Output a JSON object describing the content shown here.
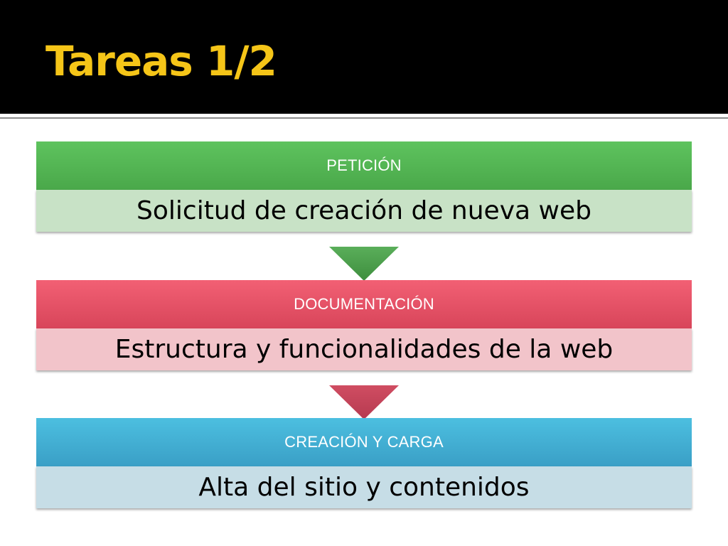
{
  "slide": {
    "title": "Tareas 1/2"
  },
  "steps": [
    {
      "header": "PETICIÓN",
      "body": "Solicitud de creación de nueva web",
      "header_color_top": "#5ec35e",
      "header_color_bottom": "#4aa84a",
      "body_color": "#c8e2c6"
    },
    {
      "header": "DOCUMENTACIÓN",
      "body": "Estructura y funcionalidades de la web",
      "header_color_top": "#f26074",
      "header_color_bottom": "#d8455a",
      "body_color": "#f2c4ca"
    },
    {
      "header": "CREACIÓN Y CARGA",
      "body": "Alta del sitio y contenidos",
      "header_color_top": "#4cbfe0",
      "header_color_bottom": "#3a9fc6",
      "body_color": "#c6dde6"
    }
  ],
  "arrows": [
    {
      "color_top": "#5aae5a",
      "color_bottom": "#3e8e3e"
    },
    {
      "color_top": "#d04d62",
      "color_bottom": "#b63a50"
    }
  ],
  "colors": {
    "title": "#f5c518",
    "title_bar": "#000000"
  }
}
